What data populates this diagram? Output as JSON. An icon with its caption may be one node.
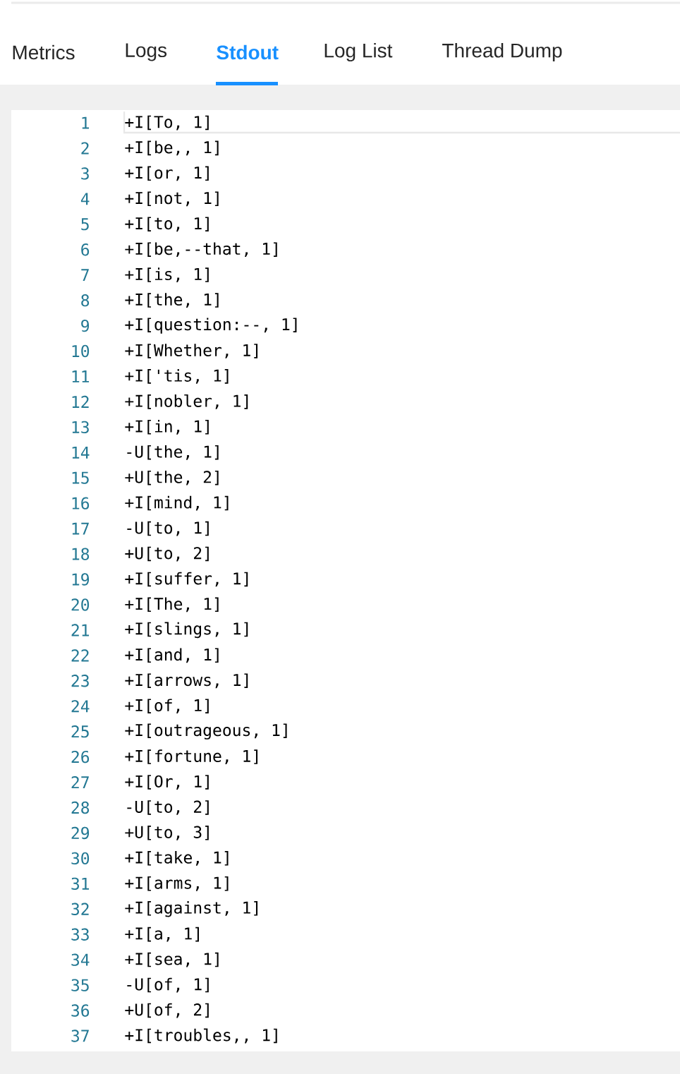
{
  "diagram": {
    "labels": [
      "Metrics",
      "Logs",
      "Stdout",
      "Log List",
      "Thread Dump",
      "1",
      "+I[To, 1]",
      "2",
      "+I[be,, 1]",
      "3",
      "+I[or, 1]",
      "4",
      "+I[not, 1]",
      "5",
      "+I[to, 1]",
      "6",
      "+I[be,--that, 1]",
      "7",
      "+I[is, 1]",
      "8",
      "+I[the, 1]",
      "9",
      "+I[question:--, 1]",
      "10",
      "+I[Whether, 1]",
      "11",
      "+I['tis, 1]",
      "12",
      "+I[nobler, 1]",
      "13",
      "+I[in, 1]",
      "14",
      "-U[the, 1]",
      "15",
      "+U[the, 2]",
      "16",
      "+I[mind, 1]",
      "17",
      "-U[to, 1]",
      "18",
      "+U[to, 2]",
      "19",
      "+I[suffer, 1]",
      "20",
      "+I[The, 1]",
      "21",
      "+I[slings, 1]",
      "22",
      "+I[and, 1]",
      "23",
      "+I[arrows, 1]",
      "24",
      "+I[of, 1]",
      "25",
      "+I[outrageous, 1]",
      "26",
      "+I[fortune, 1]",
      "27",
      "+I[Or, 1]",
      "28",
      "-U[to, 2]",
      "29",
      "+U[to, 3]",
      "30",
      "+I[take, 1]",
      "31",
      "+I[arms, 1]",
      "32",
      "+I[against, 1]",
      "33",
      "+I[a, 1]",
      "34",
      "+I[sea, 1]",
      "35",
      "-U[of, 1]",
      "36",
      "+U[of, 2]",
      "37",
      "+I[troubles,, 1]"
    ]
  }
}
